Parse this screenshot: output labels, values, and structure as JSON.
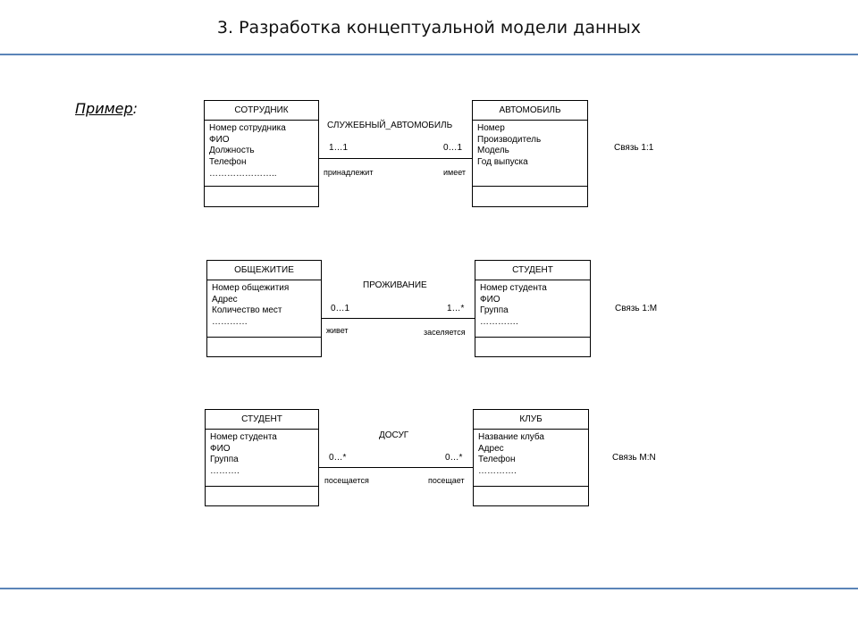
{
  "slide": {
    "title": "3. Разработка концептуальной модели данных",
    "example_word": "Пример",
    "example_colon": ":"
  },
  "diagrams": [
    {
      "left_entity": {
        "name": "СОТРУДНИК",
        "attrs": [
          "Номер сотрудника",
          "ФИО",
          "Должность",
          "Телефон",
          "………………….."
        ]
      },
      "right_entity": {
        "name": "АВТОМОБИЛЬ",
        "attrs": [
          "Номер",
          "Производитель",
          "Модель",
          "Год выпуска"
        ]
      },
      "relationship": "СЛУЖЕБНЫЙ_АВТОМОБИЛЬ",
      "left_cardinality": "1…1",
      "right_cardinality": "0…1",
      "left_role": "принадлежит",
      "right_role": "имеет",
      "link_type": "Связь 1:1"
    },
    {
      "left_entity": {
        "name": "ОБЩЕЖИТИЕ",
        "attrs": [
          "Номер общежития",
          "Адрес",
          "Количество мест",
          "…………"
        ]
      },
      "right_entity": {
        "name": "СТУДЕНТ",
        "attrs": [
          "Номер студента",
          "ФИО",
          "Группа",
          "…………."
        ]
      },
      "relationship": "ПРОЖИВАНИЕ",
      "left_cardinality": "0…1",
      "right_cardinality": "1…*",
      "left_role": "живет",
      "right_role": "заселяется",
      "link_type": "Связь 1:М"
    },
    {
      "left_entity": {
        "name": "СТУДЕНТ",
        "attrs": [
          "Номер студента",
          "ФИО",
          "Группа",
          "………."
        ]
      },
      "right_entity": {
        "name": "КЛУБ",
        "attrs": [
          "Название клуба",
          "Адрес",
          "Телефон",
          "…………."
        ]
      },
      "relationship": "ДОСУГ",
      "left_cardinality": "0…*",
      "right_cardinality": "0…*",
      "left_role": "посещается",
      "right_role": "посещает",
      "link_type": "Связь M:N"
    }
  ]
}
